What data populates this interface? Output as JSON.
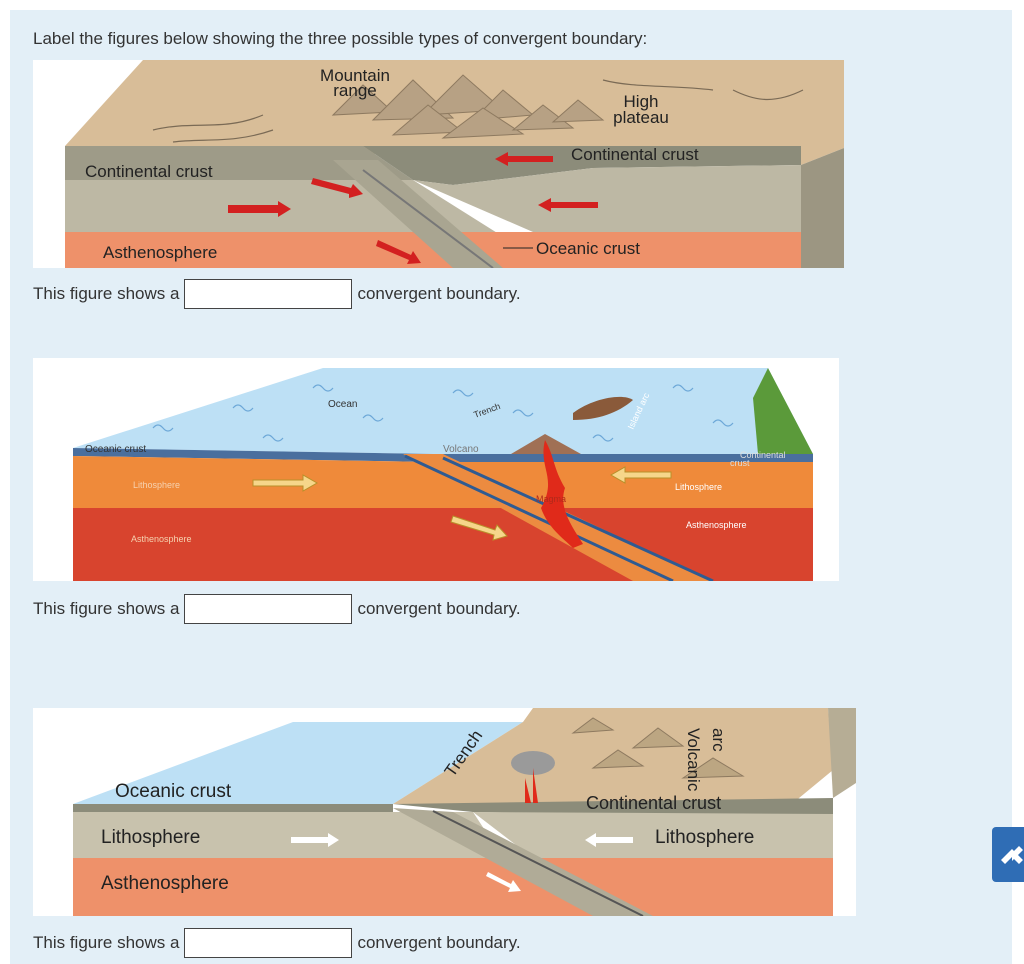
{
  "question": {
    "prompt": "Label the figures below showing the three possible types of convergent boundary:"
  },
  "figures": [
    {
      "labels": {
        "mountain": "Mountain",
        "range": "range",
        "high": "High",
        "plateau": "plateau",
        "continental_left": "Continental crust",
        "continental_right": "Continental crust",
        "asthenosphere": "Asthenosphere",
        "oceanic": "Oceanic crust"
      }
    },
    {
      "labels": {
        "ocean": "Ocean",
        "trench": "Trench",
        "island_arc": "Island arc",
        "oceanic_crust": "Oceanic crust",
        "volcano": "Volcano",
        "continental": "Continental",
        "crust": "crust",
        "lith_left": "Lithosphere",
        "lith_right": "Lithosphere",
        "magma": "Magma",
        "asth_left": "Asthenosphere",
        "asth_right": "Asthenosphere"
      }
    },
    {
      "labels": {
        "trench": "Trench",
        "volcanic": "Volcanic",
        "arc": "arc",
        "oceanic_crust": "Oceanic crust",
        "continental_crust": "Continental crust",
        "lith_left": "Lithosphere",
        "lith_right": "Lithosphere",
        "asthenosphere": "Asthenosphere"
      }
    }
  ],
  "rows": [
    {
      "prefix": "This figure shows a",
      "answer": "",
      "suffix": "convergent boundary."
    },
    {
      "prefix": "This figure shows a",
      "answer": "",
      "suffix": "convergent boundary."
    },
    {
      "prefix": "This figure shows a",
      "answer": "",
      "suffix": "convergent boundary."
    }
  ],
  "colors": {
    "panel_bg": "#e3eff7",
    "sand": "#d8bd98",
    "crust_gray": "#b9b49f",
    "dark_gray": "#8c8c7a",
    "asthenosphere": "#ee916a",
    "ocean": "#bde0f5",
    "plate_red": "#e04018",
    "button_blue": "#2f6db5"
  },
  "icons": {
    "side_button": "chevron-up-icon"
  }
}
